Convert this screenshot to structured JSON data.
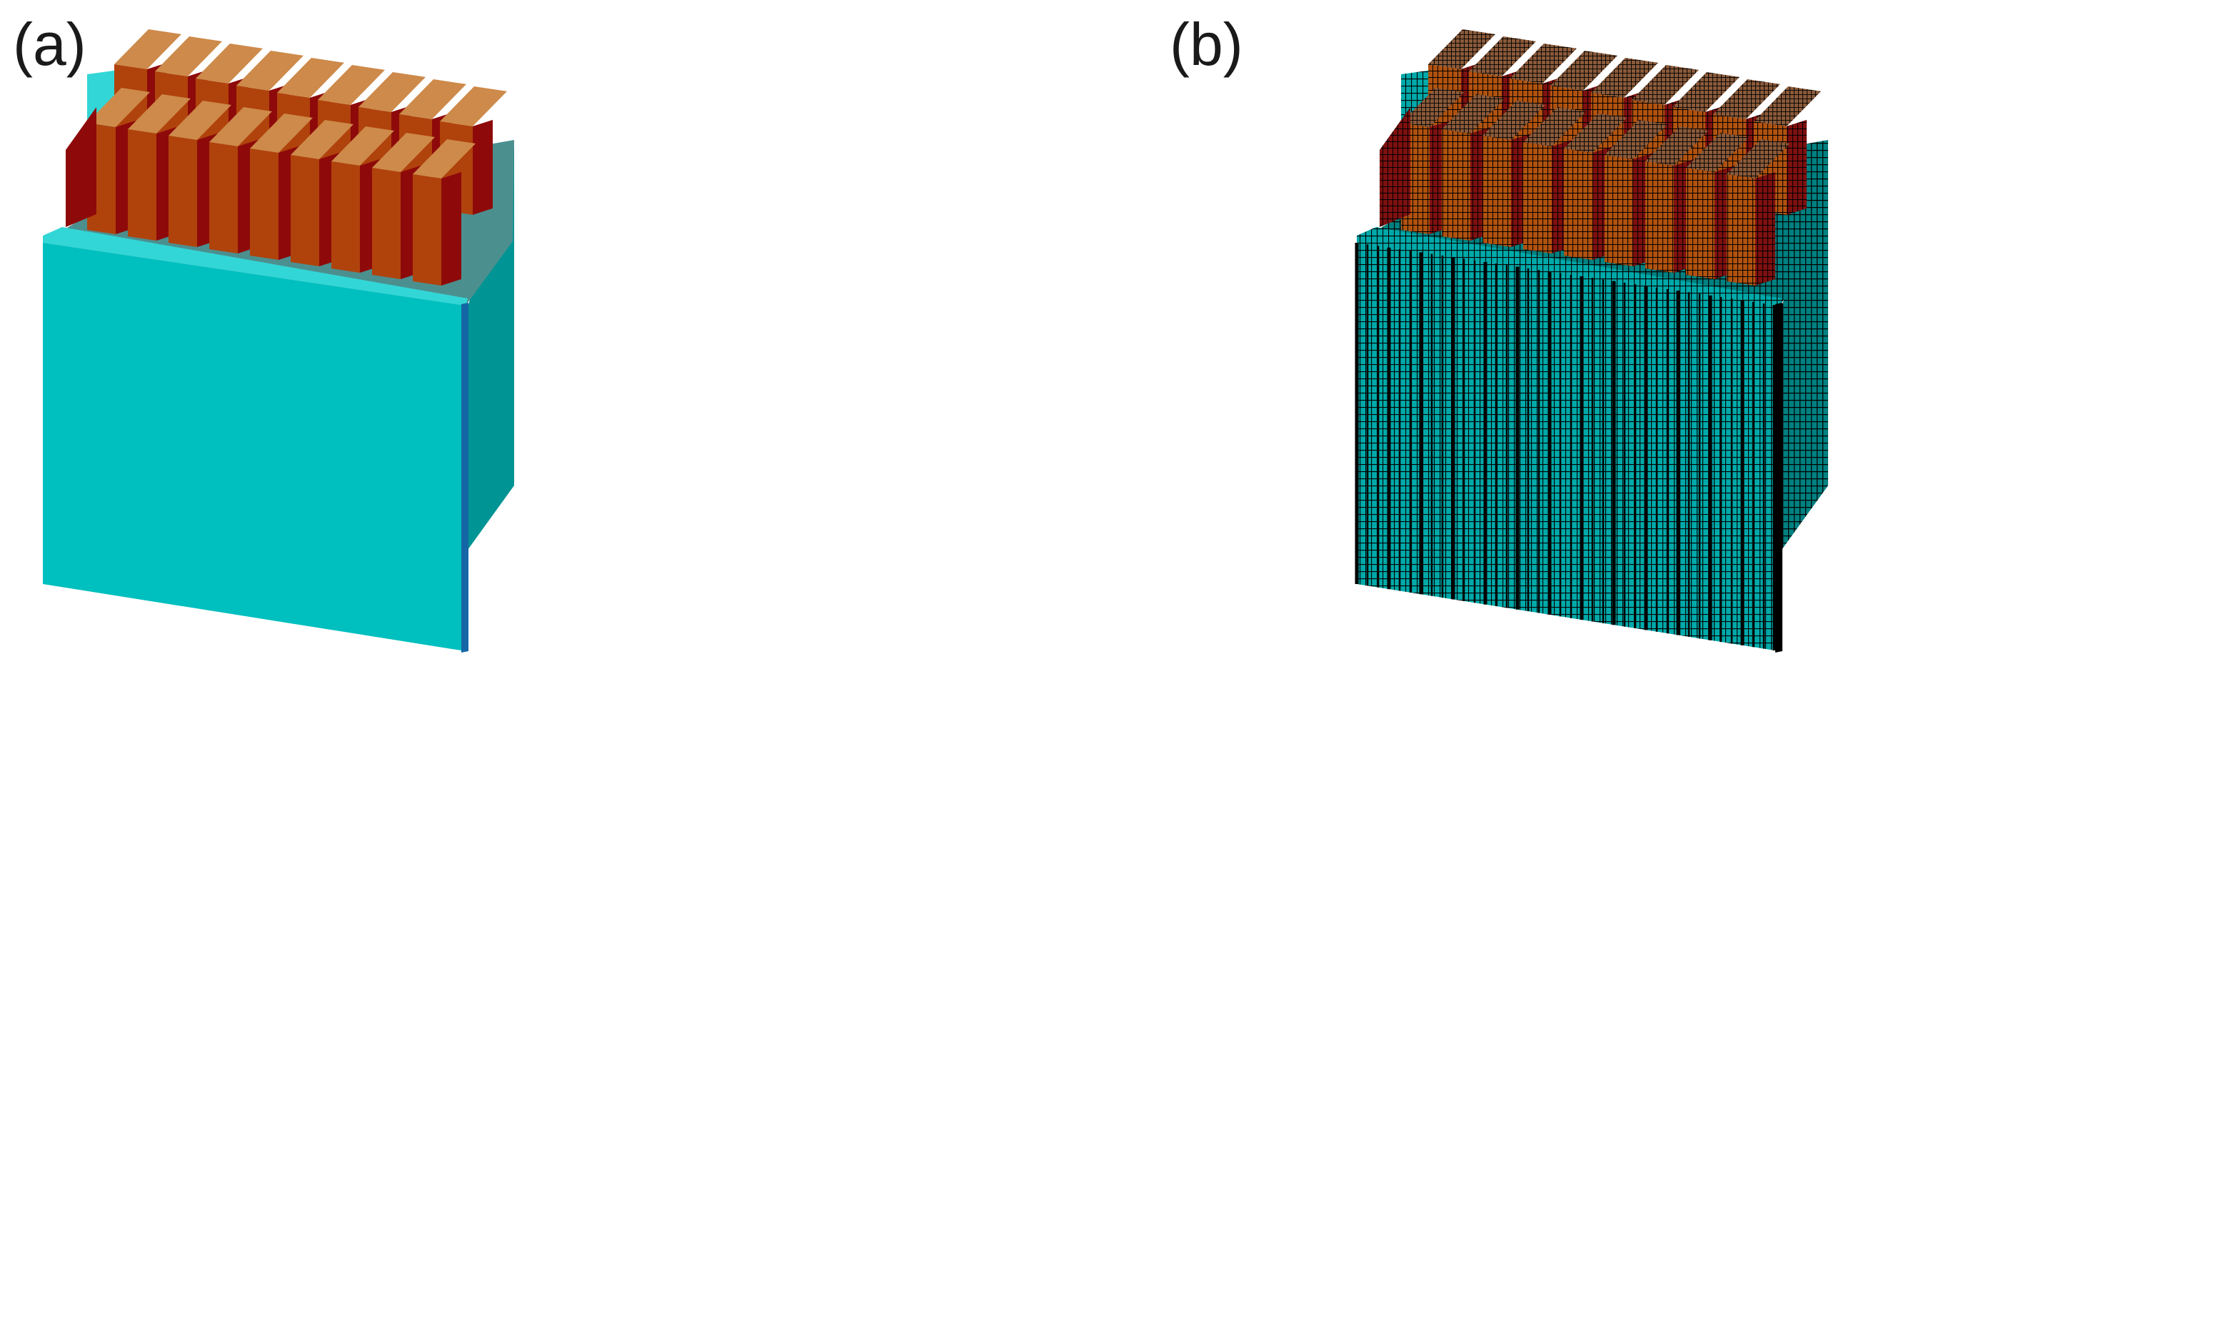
{
  "panels": [
    {
      "label": "(a)",
      "view": "solid-model"
    },
    {
      "label": "(b)",
      "view": "meshed-model"
    }
  ],
  "colors": {
    "plate_front": "#00bfbf",
    "plate_top": "#33d6d6",
    "plate_side": "#009494",
    "plate_edge": "#1466a6",
    "slot_floor": "#4c8f8f",
    "fin_top": "#cd8a4a",
    "fin_front": "#b0420c",
    "fin_side": "#8e0a0a",
    "mesh_line": "#000000",
    "background": "#ffffff"
  },
  "structure": {
    "back_row_fins": 9,
    "front_row_fins": 9
  }
}
